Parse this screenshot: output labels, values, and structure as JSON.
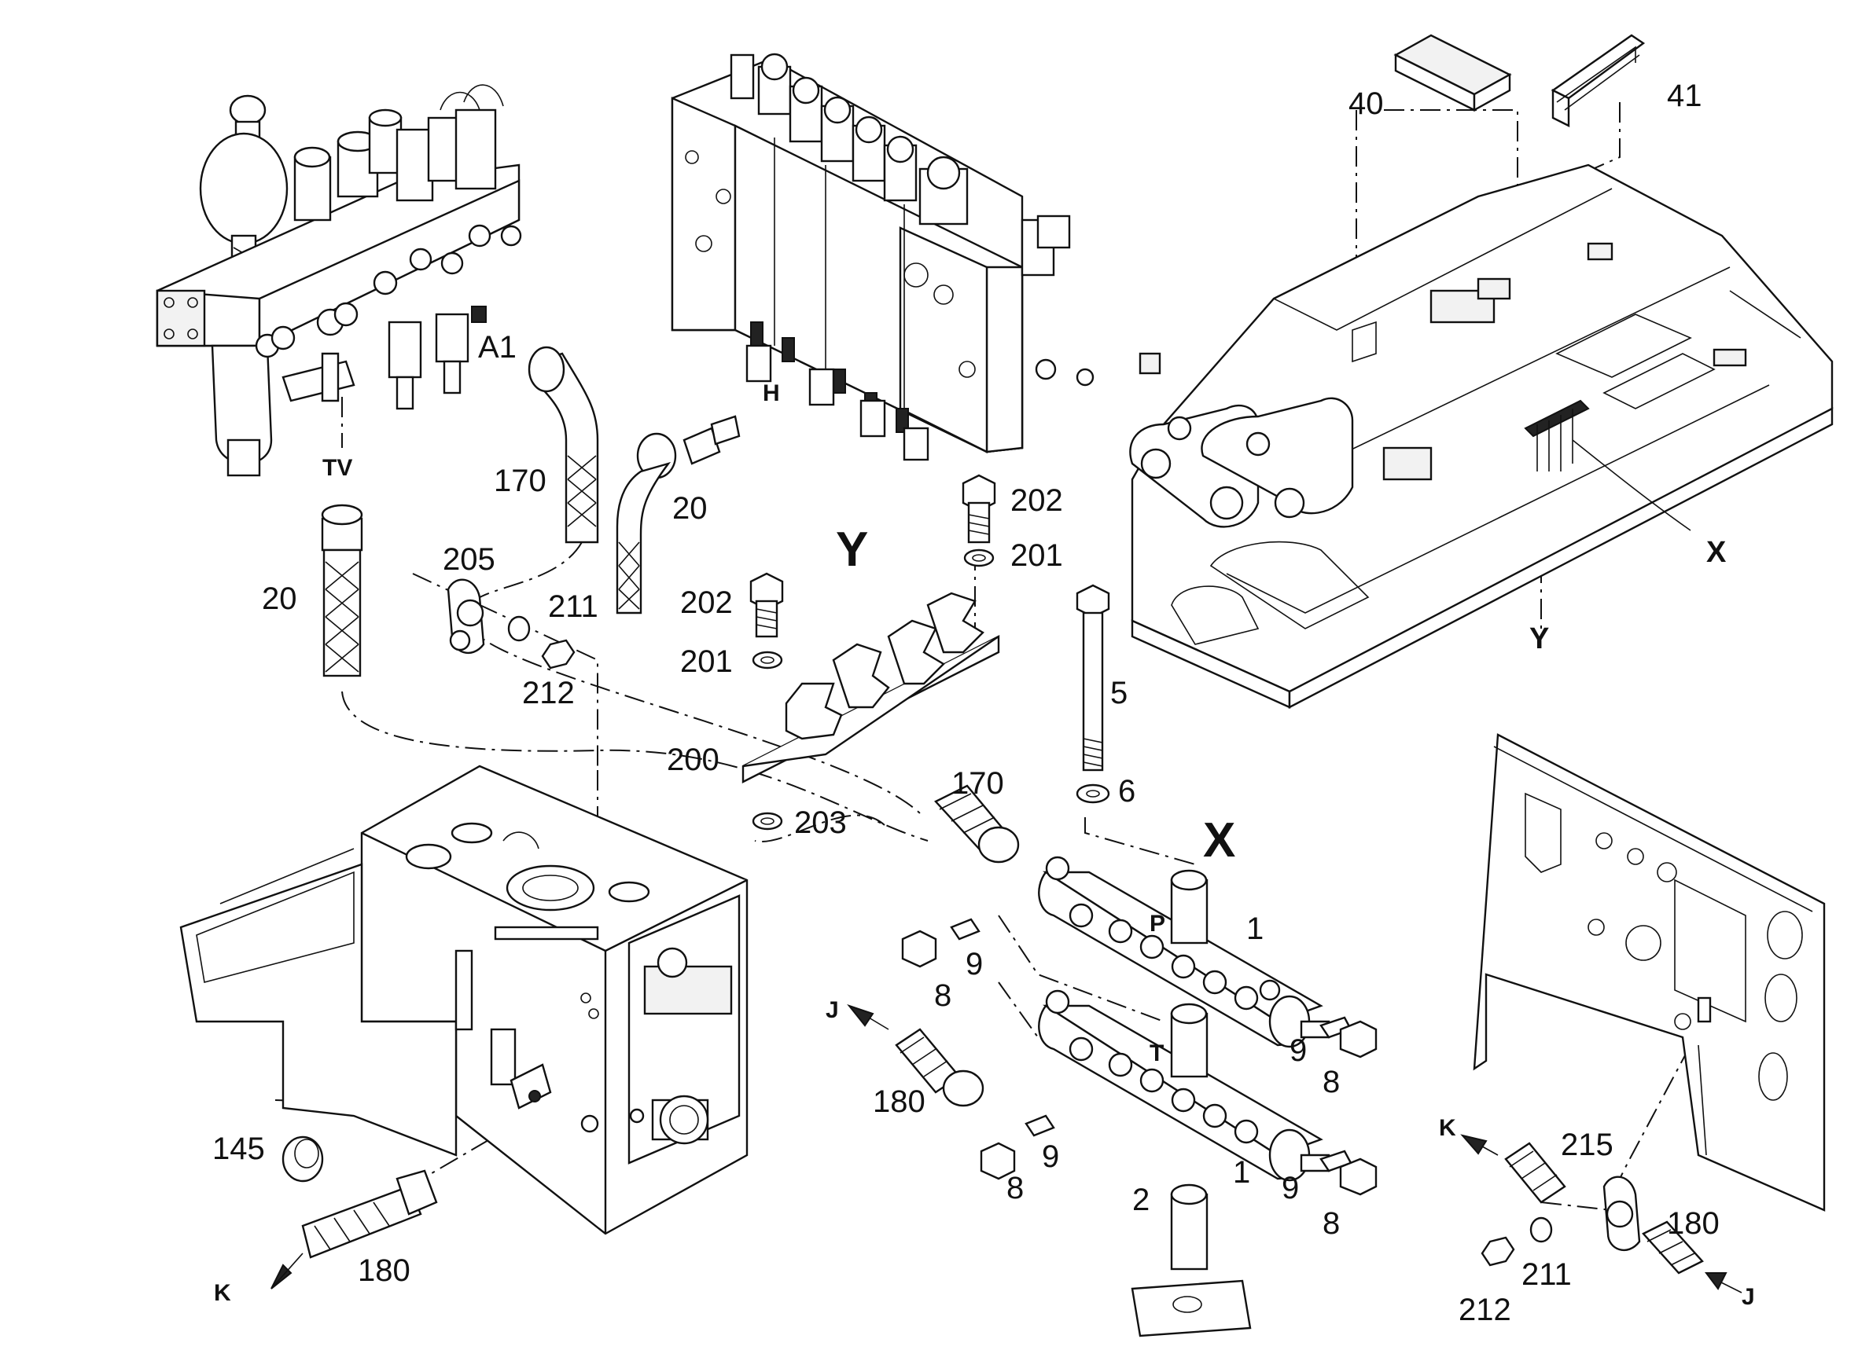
{
  "labels": {
    "a1": "A1",
    "tv": "TV",
    "h": "H",
    "n170_top": "170",
    "n20_left": "20",
    "n20_mid": "20",
    "n205": "205",
    "n211_top": "211",
    "n212_top": "212",
    "y_big": "Y",
    "n202_a": "202",
    "n201_a": "201",
    "n202_b": "202",
    "n201_b": "201",
    "n200": "200",
    "n203": "203",
    "n5": "5",
    "n6": "6",
    "n40": "40",
    "n41": "41",
    "x_frame": "X",
    "y_frame": "Y",
    "x_big": "X",
    "n170_mid": "170",
    "p": "P",
    "n1_a": "1",
    "n9_a": "9",
    "n8_a": "8",
    "n9_b": "9",
    "n8_b": "8",
    "j_mid": "J",
    "n180_mid": "180",
    "t": "T",
    "n9_c": "9",
    "n8_c": "8",
    "n1_b": "1",
    "n9_d": "9",
    "n8_d": "8",
    "n2": "2",
    "n145": "145",
    "k_left": "K",
    "n180_left": "180",
    "k_right": "K",
    "n215": "215",
    "n180_right": "180",
    "n211_bot": "211",
    "n212_bot": "212",
    "j_right": "J"
  }
}
